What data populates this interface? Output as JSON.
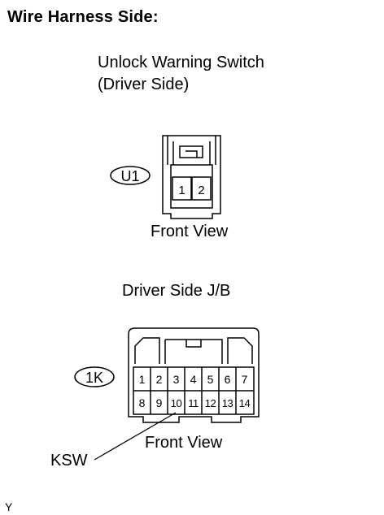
{
  "heading": "Wire Harness Side:",
  "connector_u1": {
    "title_line1": "Unlock Warning Switch",
    "title_line2": "(Driver Side)",
    "code": "U1",
    "pins": [
      "1",
      "2"
    ],
    "view_label": "Front View"
  },
  "connector_1k": {
    "title": "Driver Side J/B",
    "code": "1K",
    "pins_top": [
      "1",
      "2",
      "3",
      "4",
      "5",
      "6",
      "7"
    ],
    "pins_bottom": [
      "8",
      "9",
      "10",
      "11",
      "12",
      "13",
      "14"
    ],
    "view_label": "Front View",
    "terminal_label": "KSW"
  },
  "figure_mark": "Y"
}
